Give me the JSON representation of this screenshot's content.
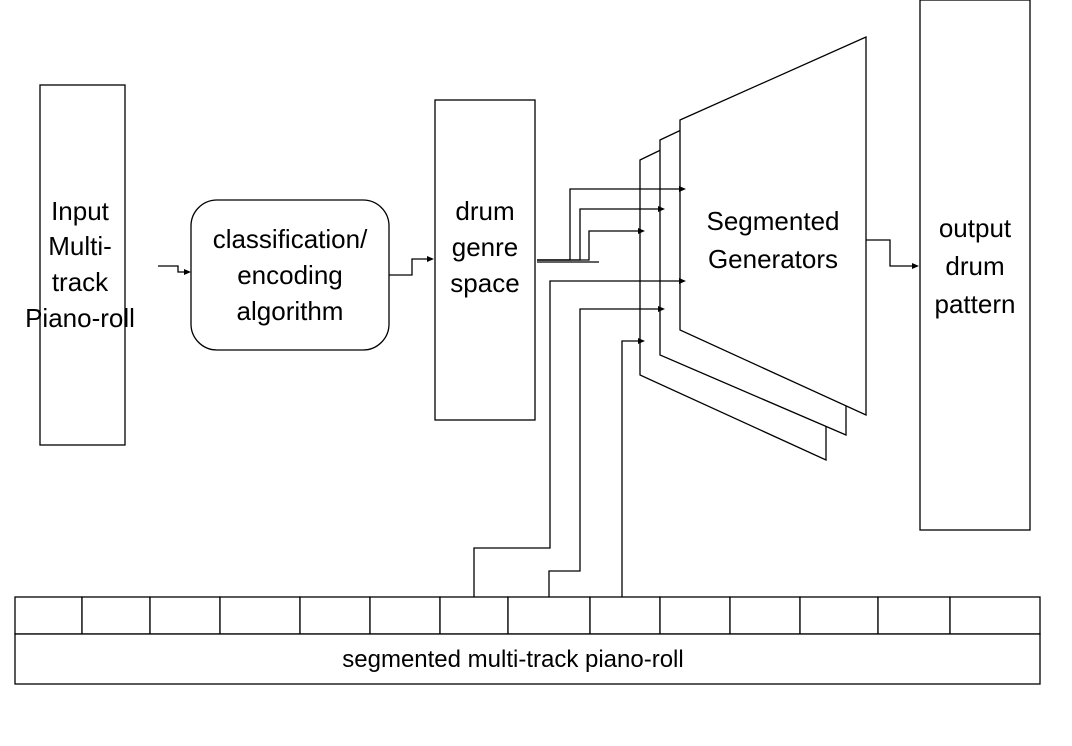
{
  "nodes": {
    "input_box": {
      "lines": [
        "Input",
        "Multi-",
        "track",
        "Piano-roll"
      ]
    },
    "classifier_box": {
      "lines": [
        "classification/",
        "encoding",
        "algorithm"
      ]
    },
    "genre_space_box": {
      "lines": [
        "drum",
        "genre",
        "space"
      ]
    },
    "generators_stack": {
      "lines": [
        "Segmented",
        "Generators"
      ]
    },
    "output_box": {
      "lines": [
        "output",
        "drum",
        "pattern"
      ]
    }
  },
  "piano_roll_strip": {
    "label": "segmented multi-track piano-roll",
    "segment_count": 14
  }
}
